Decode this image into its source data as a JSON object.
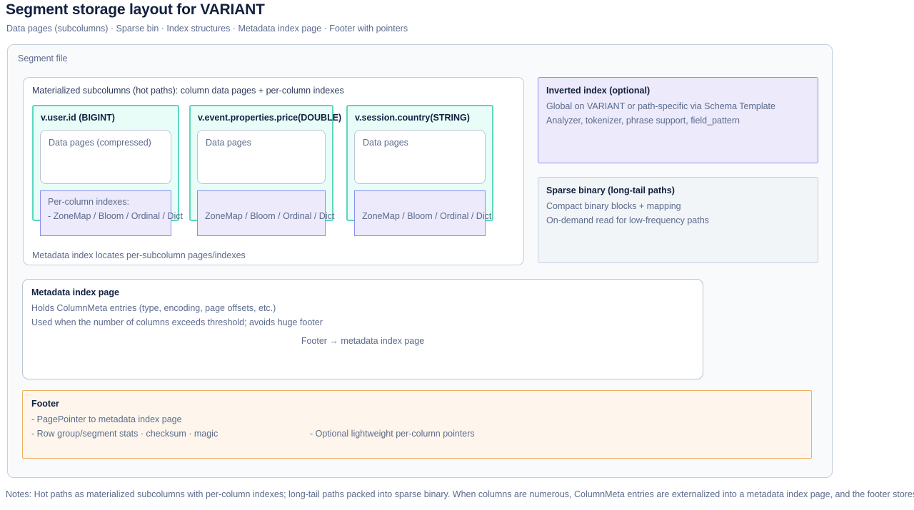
{
  "header": {
    "title": "Segment storage layout for VARIANT",
    "subtitle": "Data pages (subcolumns) · Sparse bin · Index structures · Metadata index page · Footer with pointers"
  },
  "colors": {
    "subcolumn_border": "#5ed6c0",
    "subcolumn_fill": "#e9fdf8",
    "index_border": "#8c8cf0",
    "index_fill": "#eceafb",
    "footer_border": "#f0ad5e",
    "footer_fill": "#fef6ec",
    "neutral_border": "#c3cede",
    "text_muted": "#5b6b8c",
    "text_strong": "#11203f"
  },
  "segment_file": {
    "label": "Segment file",
    "materialized": {
      "label": "Materialized subcolumns (hot paths): column data pages + per-column indexes",
      "note": "Metadata index locates per-subcolumn pages/indexes",
      "subcolumns": [
        {
          "title": "v.user.id (BIGINT)",
          "data_pages_label": "Data pages (compressed)",
          "index_lines": [
            "Per-column indexes:",
            "- ZoneMap / Bloom / Ordinal / Dict"
          ],
          "index_centered": false
        },
        {
          "title": "v.event.properties.price(DOUBLE)",
          "data_pages_label": "Data pages",
          "index_lines": [
            "ZoneMap / Bloom / Ordinal / Dict"
          ],
          "index_centered": true
        },
        {
          "title": "v.session.country(STRING)",
          "data_pages_label": "Data pages",
          "index_lines": [
            "ZoneMap / Bloom / Ordinal / Dict"
          ],
          "index_centered": true
        }
      ]
    },
    "side_cards": [
      {
        "title": "Inverted index (optional)",
        "line1": "Global on VARIANT or path-specific via Schema Template",
        "line2": "Analyzer, tokenizer, phrase support, field_pattern"
      },
      {
        "title": "Sparse binary (long-tail paths)",
        "line1": "Compact binary blocks + mapping",
        "line2": "On-demand read for low-frequency paths"
      }
    ],
    "metadata_index_page": {
      "title": "Metadata index page",
      "line1": "Holds ColumnMeta entries (type, encoding, page offsets, etc.)",
      "line2": "Used when the number of columns exceeds threshold; avoids huge footer",
      "arrow_label": "Footer → metadata index page"
    },
    "footer": {
      "title": "Footer",
      "line1": "- PagePointer to metadata index page",
      "line2": "- Row group/segment stats · checksum · magic",
      "line3": "- Optional lightweight per-column pointers"
    }
  },
  "notes": "Notes: Hot paths as materialized subcolumns with per-column indexes; long-tail paths packed into sparse binary. When columns are numerous, ColumnMeta entries are externalized into a metadata index page, and the footer stores a pointer."
}
